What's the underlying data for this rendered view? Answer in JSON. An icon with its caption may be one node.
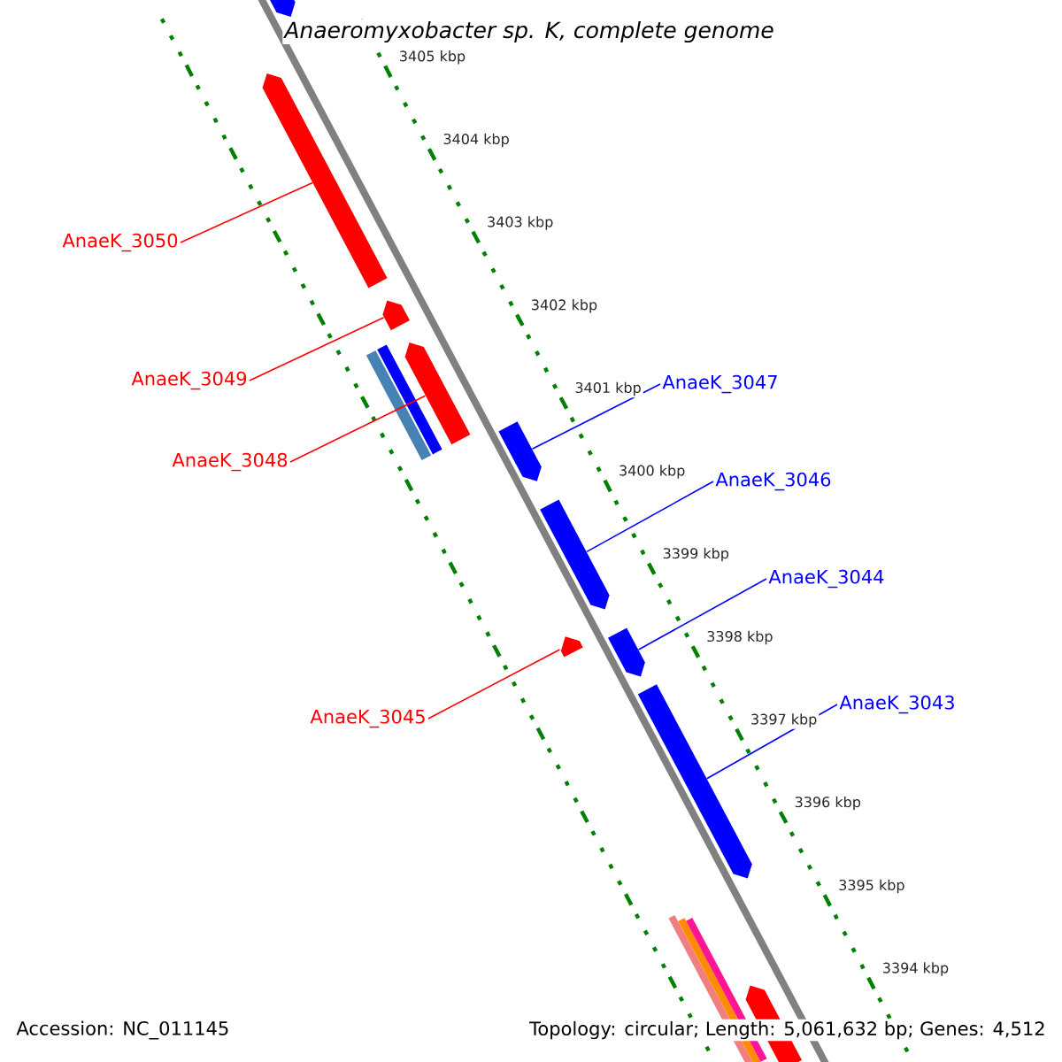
{
  "diagram": {
    "title": "Anaeromyxobacter sp. K, complete genome",
    "nodes": [
      {
        "text": [
          "AnaeK_3050"
        ]
      },
      {
        "text": [
          "AnaeK_3049"
        ]
      },
      {
        "text": [
          "AnaeK_3047"
        ]
      },
      {
        "text": [
          "AnaeK_3048"
        ]
      },
      {
        "text": [
          "AnaeK_3046"
        ]
      },
      {
        "text": [
          "AnaeK_3044"
        ]
      },
      {
        "text": [
          "AnaeK_3043"
        ]
      },
      {
        "text": [
          "AnaeK_3045"
        ]
      },
      {
        "text": [],
        "shape": "arrow"
      },
      {
        "text": [],
        "shape": "arrow"
      },
      {
        "text": [],
        "shape": "arrow"
      },
      {
        "text": [],
        "shape": "bar"
      },
      {
        "text": [],
        "shape": "bar"
      },
      {
        "text": [],
        "shape": "arrow"
      },
      {
        "text": [],
        "shape": "arrow"
      },
      {
        "text": [],
        "shape": "arrow"
      },
      {
        "text": [],
        "shape": "arrow"
      },
      {
        "text": [],
        "shape": "arrow"
      },
      {
        "text": [],
        "shape": "arrow"
      },
      {
        "text": [],
        "shape": "bar"
      },
      {
        "text": [],
        "shape": "bar"
      },
      {
        "text": [],
        "shape": "bar"
      },
      {
        "text": [],
        "shape": "arrow"
      }
    ],
    "edges": [
      {
        "from": 0,
        "to": 9,
        "arrow": "none",
        "color": "#ff0000"
      },
      {
        "from": 1,
        "to": 10,
        "arrow": "none",
        "color": "#ff0000"
      },
      {
        "from": 2,
        "to": 14,
        "arrow": "none",
        "color": "#0000ff"
      },
      {
        "from": 3,
        "to": 13,
        "arrow": "none",
        "color": "#ff0000"
      },
      {
        "from": 4,
        "to": 15,
        "arrow": "none",
        "color": "#0000ff"
      },
      {
        "from": 5,
        "to": 17,
        "arrow": "none",
        "color": "#0000ff"
      },
      {
        "from": 6,
        "to": 18,
        "arrow": "none",
        "color": "#0000ff"
      },
      {
        "from": 7,
        "to": 16,
        "arrow": "none",
        "color": "#ff0000"
      }
    ],
    "labels": [
      "3405 kbp",
      "3404 kbp",
      "3403 kbp",
      "3402 kbp",
      "3401 kbp",
      "3400 kbp",
      "3399 kbp",
      "3398 kbp",
      "3397 kbp",
      "3396 kbp",
      "3395 kbp",
      "3394 kbp",
      "Accession: NC_011145",
      "Topology: circular; Length: 5,061,632 bp; Genes: 4,512"
    ]
  }
}
